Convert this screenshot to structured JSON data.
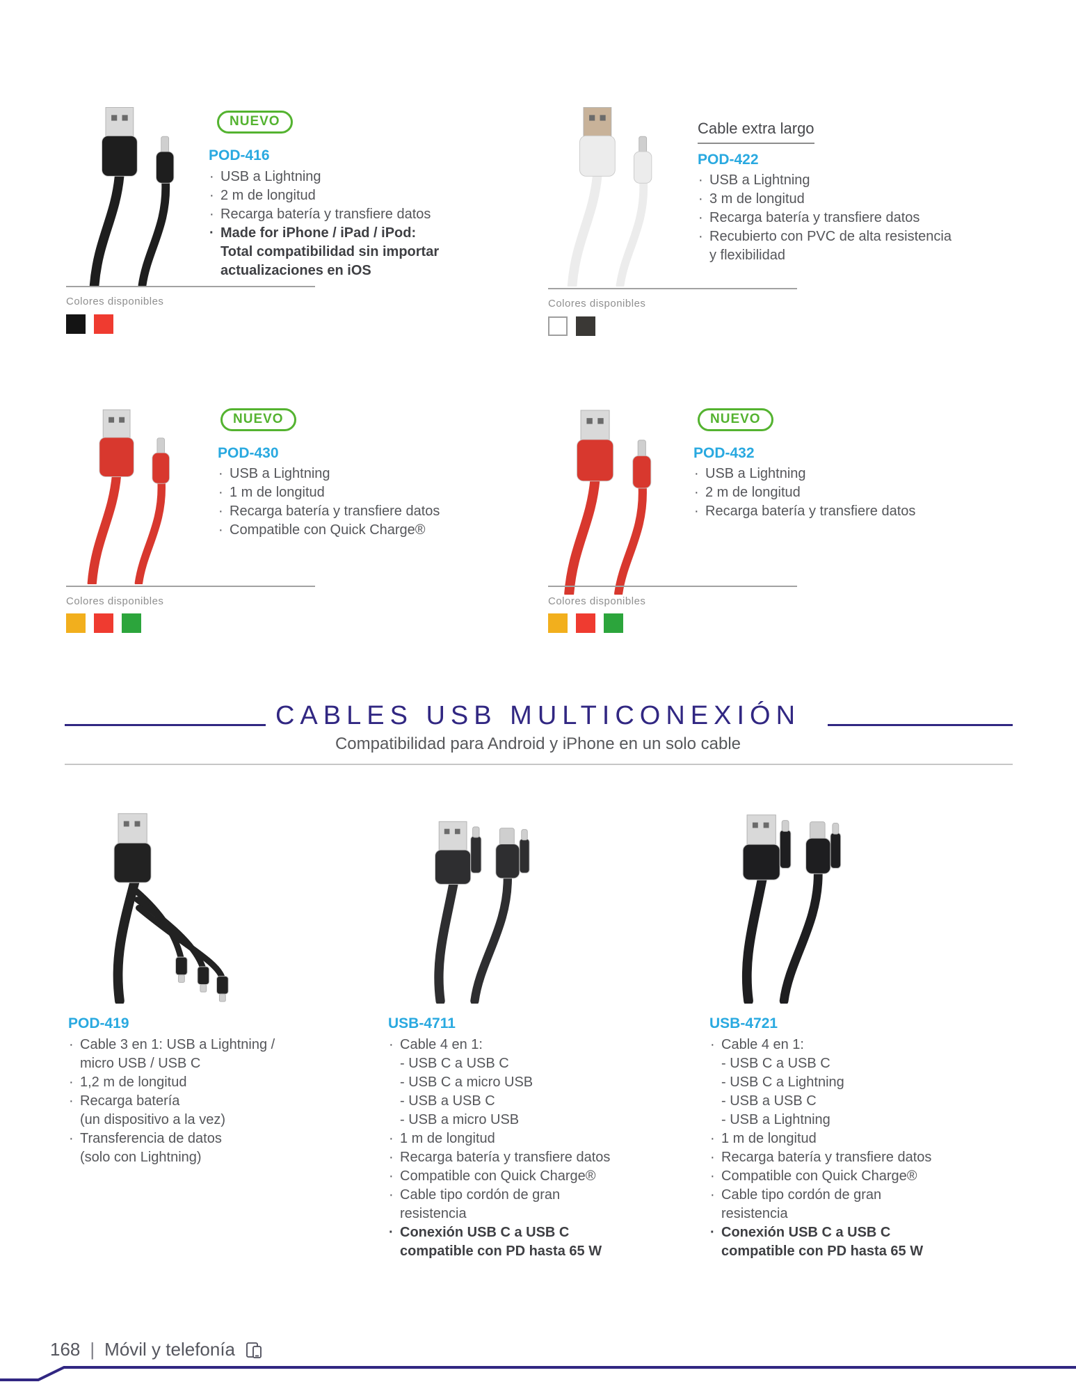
{
  "palette": {
    "accent_blue": "#29A9E0",
    "badge_green": "#54B330",
    "header_purple": "#312782",
    "body_text": "#55565A",
    "bold_text": "#3E3F43",
    "label_gray": "#8F8F8F",
    "divider_gray": "#A2A2A2",
    "footer_text": "#55565E"
  },
  "labels": {
    "colors_available": "Colores disponibles"
  },
  "section": {
    "title": "CABLES USB MULTICONEXIÓN",
    "subtitle": "Compatibilidad para Android y iPhone en un solo cable"
  },
  "products": {
    "pod416": {
      "badge": "NUEVO",
      "code": "POD-416",
      "cable_color": "#1E1E1E",
      "specs": [
        {
          "kind": "",
          "text": "USB a Lightning"
        },
        {
          "kind": "",
          "text": "2 m de longitud"
        },
        {
          "kind": "",
          "text": "Recarga batería y transfiere datos"
        },
        {
          "kind": "bold",
          "text": "Made for iPhone / iPad / iPod:\nTotal compatibilidad sin importar\nactualizaciones en iOS"
        }
      ],
      "colors": [
        "#141414",
        "#EF3B30"
      ]
    },
    "pod422": {
      "heading": "Cable extra largo",
      "code": "POD-422",
      "cable_color": "#ECECEC",
      "specs": [
        {
          "kind": "",
          "text": "USB a Lightning"
        },
        {
          "kind": "",
          "text": "3 m de longitud"
        },
        {
          "kind": "",
          "text": "Recarga batería y transfiere datos"
        },
        {
          "kind": "",
          "text": "Recubierto con PVC de alta resistencia\ny flexibilidad"
        }
      ],
      "colors": [
        "#FFFFFF",
        "#3A3835"
      ]
    },
    "pod430": {
      "badge": "NUEVO",
      "code": "POD-430",
      "cable_color": "#D8382E",
      "specs": [
        {
          "kind": "",
          "text": "USB a Lightning"
        },
        {
          "kind": "",
          "text": "1 m de longitud"
        },
        {
          "kind": "",
          "text": "Recarga batería y transfiere datos"
        },
        {
          "kind": "",
          "text": "Compatible con Quick Charge®"
        }
      ],
      "colors": [
        "#F2AF1D",
        "#EF3B30",
        "#2CA53C"
      ]
    },
    "pod432": {
      "badge": "NUEVO",
      "code": "POD-432",
      "cable_color": "#D8382E",
      "specs": [
        {
          "kind": "",
          "text": "USB a Lightning"
        },
        {
          "kind": "",
          "text": "2 m de longitud"
        },
        {
          "kind": "",
          "text": "Recarga batería y transfiere datos"
        }
      ],
      "colors": [
        "#F2AF1D",
        "#EF3B30",
        "#2CA53C"
      ]
    },
    "pod419": {
      "code": "POD-419",
      "cable_color": "#222222",
      "specs": [
        {
          "kind": "",
          "text": "Cable 3 en 1: USB a Lightning /\nmicro USB / USB C"
        },
        {
          "kind": "",
          "text": "1,2 m de longitud"
        },
        {
          "kind": "",
          "text": "Recarga batería\n(un dispositivo a la vez)"
        },
        {
          "kind": "",
          "text": "Transferencia de datos\n(solo con Lightning)"
        }
      ]
    },
    "usb4711": {
      "code": "USB-4711",
      "cable_color": "#2E2E30",
      "specs": [
        {
          "kind": "",
          "text": "Cable 4 en 1:"
        },
        {
          "kind": "sub",
          "text": "- USB C a USB C"
        },
        {
          "kind": "sub",
          "text": "- USB C a micro USB"
        },
        {
          "kind": "sub",
          "text": "- USB a USB C"
        },
        {
          "kind": "sub",
          "text": "- USB a micro USB"
        },
        {
          "kind": "",
          "text": "1 m de longitud"
        },
        {
          "kind": "",
          "text": "Recarga batería y transfiere datos"
        },
        {
          "kind": "",
          "text": "Compatible con Quick Charge®"
        },
        {
          "kind": "",
          "text": "Cable tipo cordón de gran\nresistencia"
        },
        {
          "kind": "bold",
          "text": "Conexión USB C a USB C\ncompatible con PD hasta 65 W"
        }
      ]
    },
    "usb4721": {
      "code": "USB-4721",
      "cable_color": "#1E1E20",
      "specs": [
        {
          "kind": "",
          "text": "Cable 4 en 1:"
        },
        {
          "kind": "sub",
          "text": "- USB C a USB C"
        },
        {
          "kind": "sub",
          "text": "- USB C a Lightning"
        },
        {
          "kind": "sub",
          "text": "- USB a USB C"
        },
        {
          "kind": "sub",
          "text": "- USB a Lightning"
        },
        {
          "kind": "",
          "text": "1 m de longitud"
        },
        {
          "kind": "",
          "text": "Recarga batería y transfiere datos"
        },
        {
          "kind": "",
          "text": "Compatible con Quick Charge®"
        },
        {
          "kind": "",
          "text": "Cable tipo cordón de gran\nresistencia"
        },
        {
          "kind": "bold",
          "text": "Conexión USB C a USB C\ncompatible con PD hasta 65 W"
        }
      ]
    }
  },
  "footer": {
    "page_number": "168",
    "separator": "|",
    "section_name": "Móvil y telefonía"
  }
}
